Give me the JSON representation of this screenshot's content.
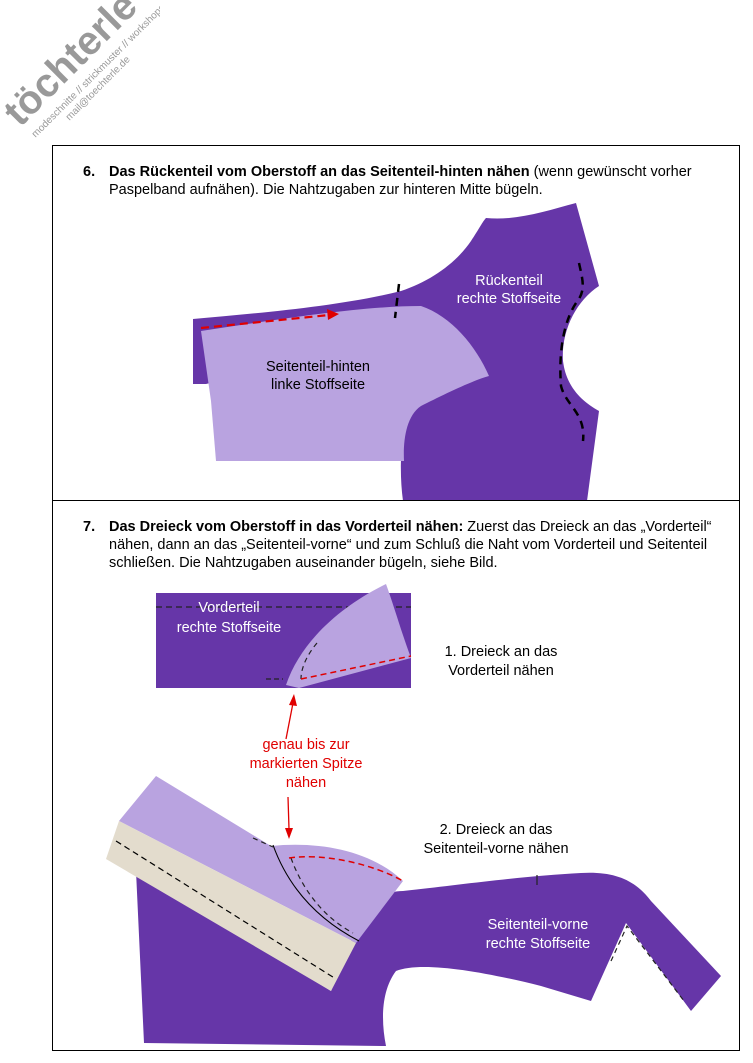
{
  "watermark": {
    "logo": "töchterle",
    "tagline": "modeschnitte // strickmuster // workshops",
    "email": "mail@toechterle.de"
  },
  "colors": {
    "dark_fabric": "#6636a8",
    "light_fabric": "#b9a3e0",
    "interfacing": "#e3dccd",
    "annotation": "#e00000"
  },
  "step6": {
    "number": "6.",
    "bold": "Das Rückenteil vom Oberstoff an das Seitenteil-hinten nähen",
    "rest": " (wenn gewünscht vorher Paspelband aufnähen). Die Nahtzugaben zur hinteren Mitte bügeln.",
    "labels": {
      "back_1": "Rückenteil",
      "back_2": "rechte Stoffseite",
      "side_1": "Seitenteil-hinten",
      "side_2": "linke Stoffseite"
    }
  },
  "step7": {
    "number": "7.",
    "bold": "Das Dreieck vom Oberstoff in das Vorderteil nähen:",
    "rest": " Zuerst das Dreieck an das „Vorderteil“ nähen, dann an das „Seitenteil-vorne“ und zum Schluß die Naht vom Vorderteil und Seitenteil schließen. Die Nahtzugaben auseinander bügeln, siehe Bild.",
    "labels": {
      "front_1": "Vorderteil",
      "front_2": "rechte Stoffseite",
      "instr1_1": "1. Dreieck an das",
      "instr1_2": "Vorderteil nähen",
      "note_1": "genau bis zur",
      "note_2": "markierten Spitze",
      "note_3": "nähen",
      "instr2_1": "2. Dreieck an das",
      "instr2_2": "Seitenteil-vorne nähen",
      "sidefront_1": "Seitenteil-vorne",
      "sidefront_2": "rechte Stoffseite"
    }
  }
}
